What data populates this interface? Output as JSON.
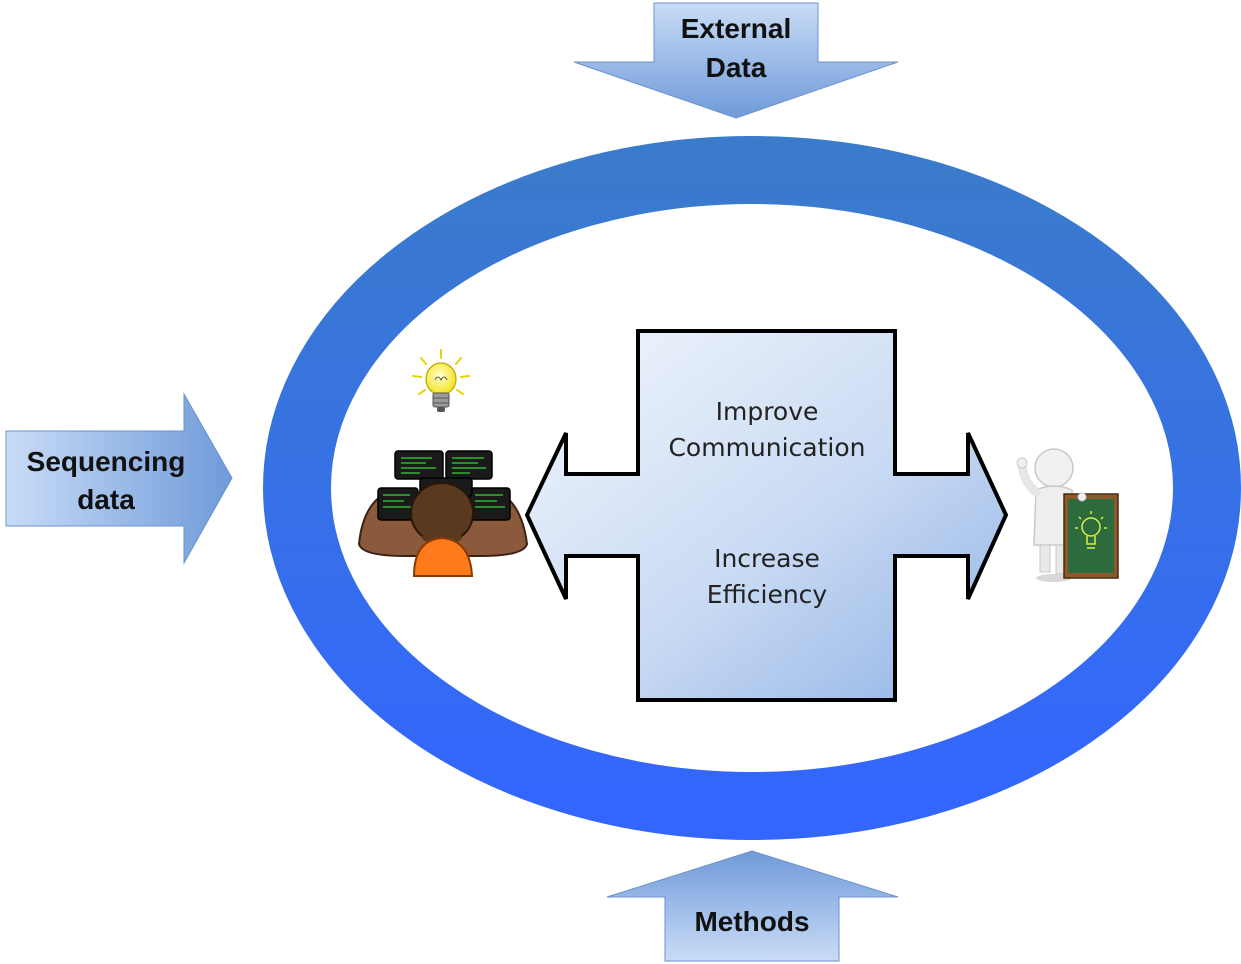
{
  "inputs": {
    "external": {
      "line1": "External",
      "line2": "Data"
    },
    "sequencing": {
      "line1": "Sequencing",
      "line2": "data"
    },
    "methods": {
      "label": "Methods"
    }
  },
  "center": {
    "goal1_line1": "Improve",
    "goal1_line2": "Communication",
    "goal2_line1": "Increase",
    "goal2_line2": "Efficiency"
  },
  "colors": {
    "ring_top": "#3a7bcc",
    "ring_bottom": "#3366ff",
    "arrow_light": "#cfe0f7",
    "arrow_dark": "#7ba3de",
    "center_light": "#eef3fc",
    "center_dark": "#9dbbe8",
    "shirt": "#ff7a1a",
    "chalkboard": "#2e6b3c"
  },
  "icons": {
    "left_figure": "programmer-at-computers-icon",
    "left_idea": "lightbulb-icon",
    "right_figure": "presenter-with-chalkboard-icon"
  }
}
